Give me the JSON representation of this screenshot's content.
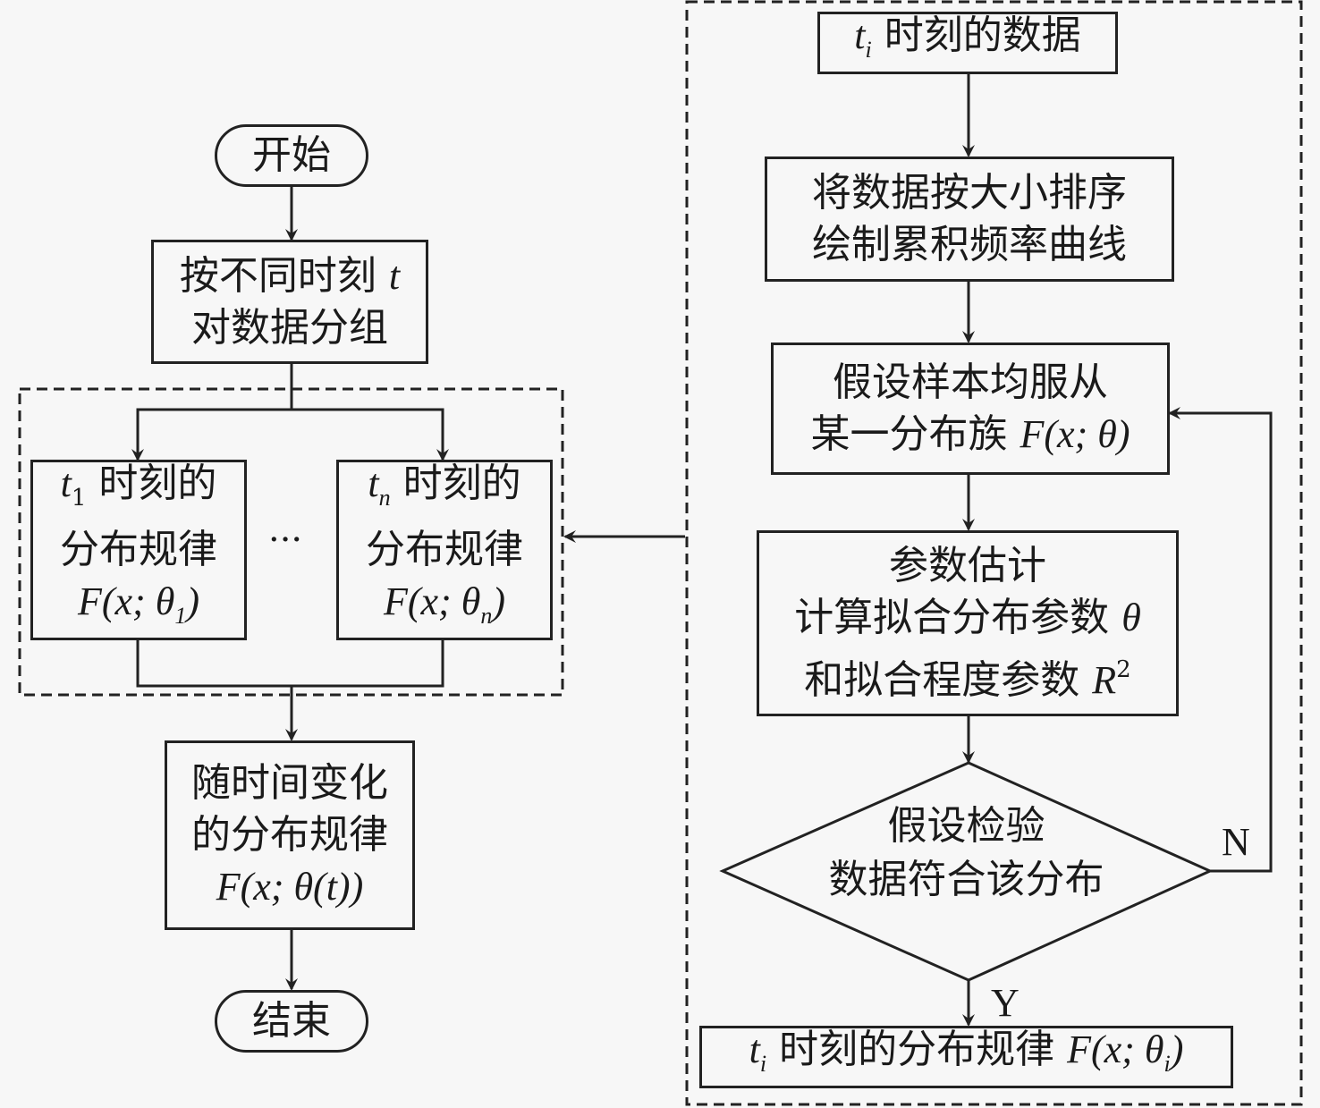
{
  "left_flow": {
    "start": "开始",
    "group_step": {
      "line1_text": "按不同时刻",
      "line1_var": "t",
      "line2": "对数据分组"
    },
    "branch_first": {
      "var": "t",
      "sub": "1",
      "line1_rest": "时刻的",
      "line2": "分布规律",
      "formula_prefix": "F(x; θ",
      "formula_sub": "1",
      "formula_suffix": ")"
    },
    "ellipsis": "···",
    "branch_last": {
      "var": "t",
      "sub": "n",
      "line1_rest": "时刻的",
      "line2": "分布规律",
      "formula_prefix": "F(x; θ",
      "formula_sub": "n",
      "formula_suffix": ")"
    },
    "combine_step": {
      "line1": "随时间变化",
      "line2": "的分布规律",
      "formula": "F(x; θ(t))"
    },
    "end": "结束"
  },
  "right_flow": {
    "input": {
      "var": "t",
      "sub": "i",
      "rest": "时刻的数据"
    },
    "sort_step": {
      "line1": "将数据按大小排序",
      "line2": "绘制累积频率曲线"
    },
    "assume_step": {
      "line1": "假设样本均服从",
      "line2_text": "某一分布族",
      "line2_formula": "F(x; θ)"
    },
    "estimate_step": {
      "line1": "参数估计",
      "line2_text": "计算拟合分布参数",
      "line2_var": "θ",
      "line3_text": "和拟合程度参数",
      "line3_var": "R",
      "line3_sup": "2"
    },
    "decision": {
      "line1": "假设检验",
      "line2": "数据符合该分布",
      "no_label": "N",
      "yes_label": "Y"
    },
    "output": {
      "var": "t",
      "sub": "i",
      "text": "时刻的分布规律",
      "formula_prefix": "F(x; θ",
      "formula_sub": "i",
      "formula_suffix": ")"
    }
  }
}
